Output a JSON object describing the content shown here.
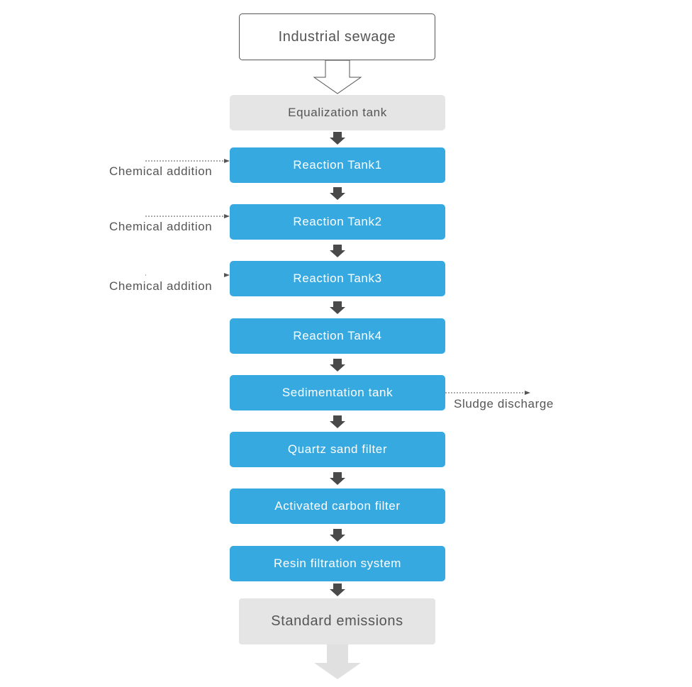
{
  "diagram": {
    "source": "Industrial sewage",
    "steps": [
      "Equalization tank",
      "Reaction Tank1",
      "Reaction Tank2",
      "Reaction Tank3",
      "Reaction Tank4",
      "Sedimentation tank",
      "Quartz sand filter",
      "Activated carbon filter",
      "Resin filtration system"
    ],
    "output": "Standard emissions",
    "inputs": [
      "Chemical addition",
      "Chemical addition",
      "Chemical addition"
    ],
    "side_output": "Sludge discharge"
  },
  "colors": {
    "process_box": "#36a9e1",
    "neutral_box": "#e5e5e5",
    "arrow": "#555555",
    "text_dark": "#555555",
    "text_light": "#ffffff"
  }
}
